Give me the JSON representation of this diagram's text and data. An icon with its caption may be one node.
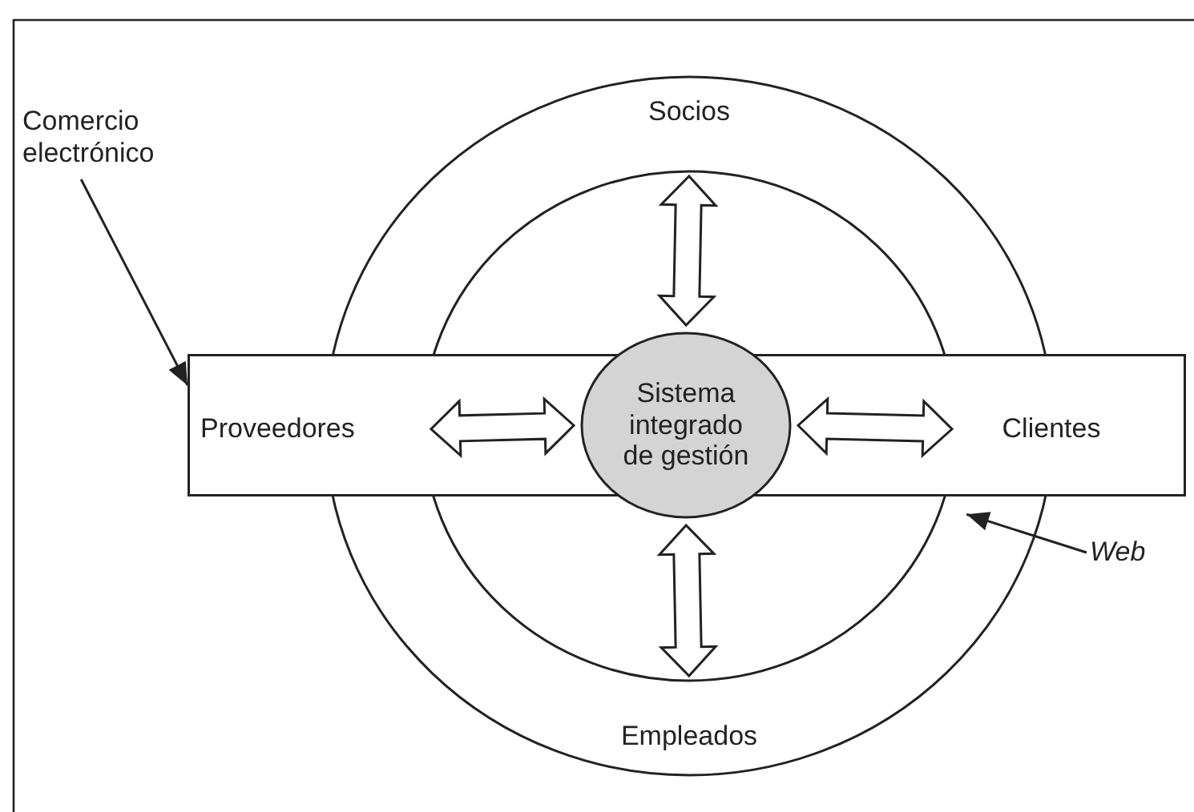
{
  "diagram": {
    "nodes": [
      {
        "text": [
          "Comercio electrónico"
        ]
      },
      {
        "text": [
          "Web"
        ]
      },
      {
        "text": [],
        "shape": "circle"
      },
      {
        "text": [
          "Socios"
        ],
        "in": 2
      },
      {
        "text": [
          "Empleados"
        ],
        "in": 2
      },
      {
        "text": [],
        "shape": "circle",
        "in": 2
      },
      {
        "text": [],
        "shape": "box"
      },
      {
        "text": [
          "Proveedores"
        ],
        "in": 6
      },
      {
        "text": [
          "Clientes"
        ],
        "in": 6
      },
      {
        "text": [
          "Sistema integrado de gestión"
        ],
        "in": 5
      }
    ],
    "edges": [
      {
        "from": 0,
        "to": 6,
        "arrow": "to"
      },
      {
        "from": 1,
        "to": 2,
        "arrow": "to"
      },
      {
        "from": 3,
        "to": 9,
        "arrow": "both",
        "style": "thick"
      },
      {
        "from": 7,
        "to": 9,
        "arrow": "both",
        "style": "thick"
      },
      {
        "from": 9,
        "to": 8,
        "arrow": "both",
        "style": "thick"
      },
      {
        "from": 9,
        "to": 4,
        "arrow": "both",
        "style": "thick"
      }
    ]
  }
}
